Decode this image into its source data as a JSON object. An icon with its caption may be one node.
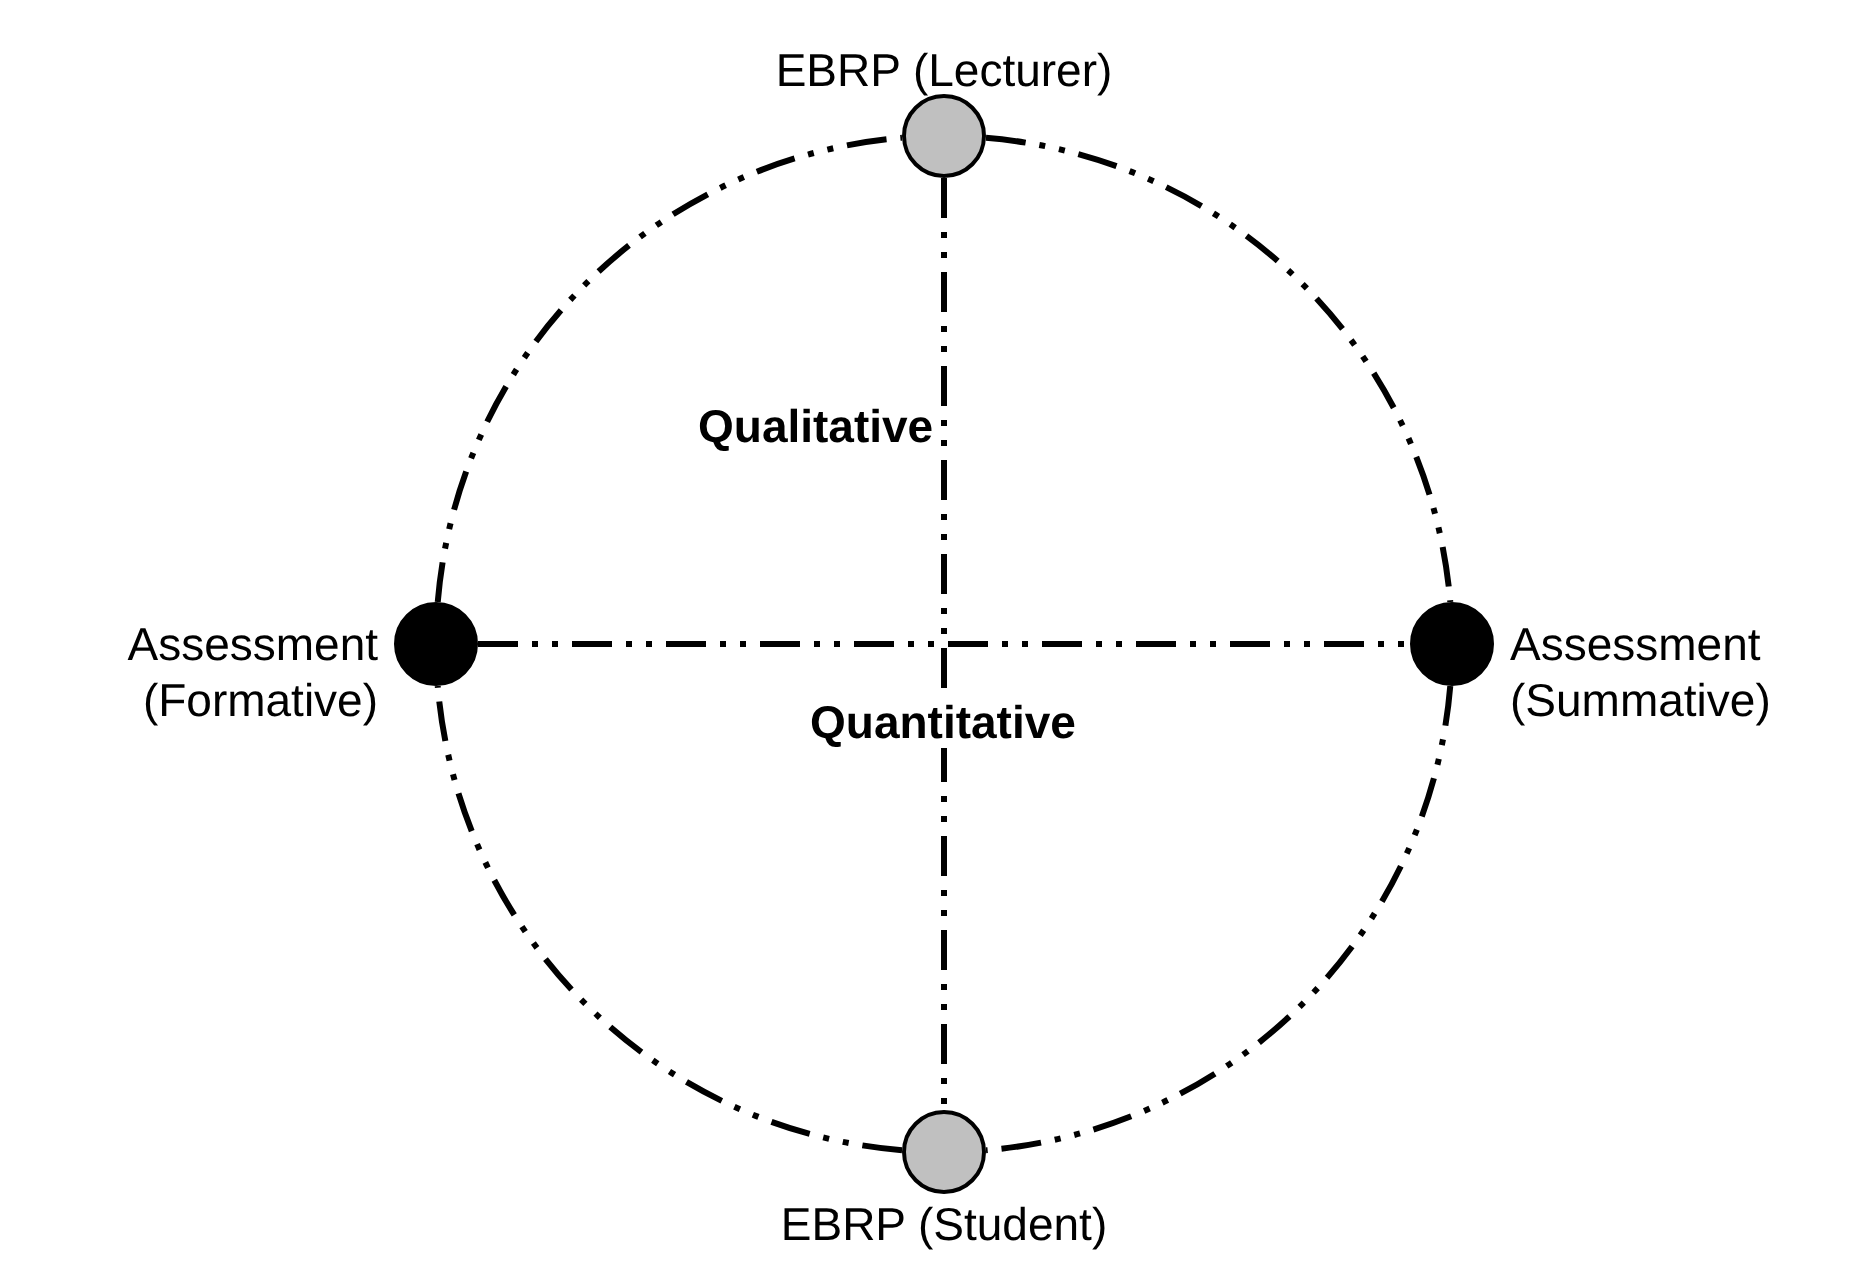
{
  "diagram": {
    "nodes": [
      {
        "text": [
          "EBRP (Lecturer)"
        ]
      },
      {
        "text": [
          "Assessment (Formative)"
        ]
      },
      {
        "text": [
          "Assessment (Summative)"
        ]
      },
      {
        "text": [
          "EBRP (Student)"
        ]
      }
    ],
    "edges": [
      {
        "from": 0,
        "to": 3,
        "arrow": "none",
        "style": "dashed"
      },
      {
        "from": 1,
        "to": 2,
        "arrow": "none",
        "style": "dashed"
      },
      {
        "from": 0,
        "to": 2,
        "arrow": "none",
        "style": "dashed"
      },
      {
        "from": 2,
        "to": 3,
        "arrow": "none",
        "style": "dashed"
      },
      {
        "from": 3,
        "to": 1,
        "arrow": "none",
        "style": "dashed"
      },
      {
        "from": 1,
        "to": 0,
        "arrow": "none",
        "style": "dashed"
      }
    ],
    "labels": [
      "Qualitative",
      "Quantitative"
    ]
  }
}
